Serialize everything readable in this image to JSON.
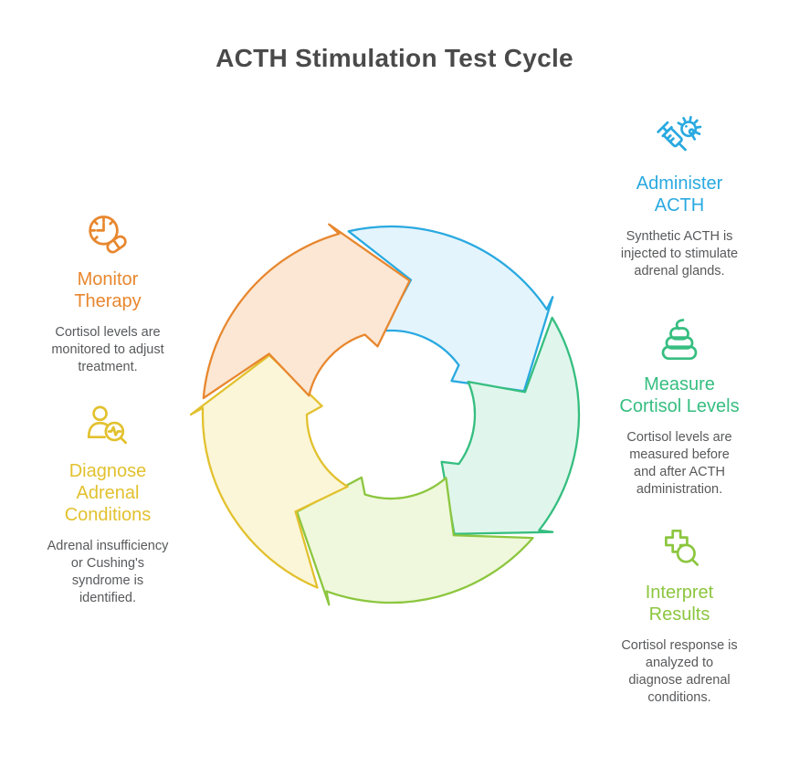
{
  "title": "ACTH Stimulation Test Cycle",
  "text_colors": {
    "title": "#4A4A4A",
    "description": "#58595B"
  },
  "steps": [
    {
      "id": "administer-acth",
      "label": "Administer ACTH",
      "description": "Synthetic ACTH is injected to stimulate adrenal glands.",
      "color": "#29A9E0",
      "arrow_fill": "#E4F4FC",
      "icon": "syringe-cell-icon"
    },
    {
      "id": "measure-cortisol-levels",
      "label": "Measure Cortisol Levels",
      "description": "Cortisol levels are measured before and after ACTH administration.",
      "color": "#36BE80",
      "arrow_fill": "#E0F6EC",
      "icon": "cortisol-swirl-icon"
    },
    {
      "id": "interpret-results",
      "label": "Interpret Results",
      "description": "Cortisol response is analyzed to diagnose adrenal conditions.",
      "color": "#8CC63F",
      "arrow_fill": "#EFF8DC",
      "icon": "cross-magnifier-icon"
    },
    {
      "id": "diagnose-adrenal-conditions",
      "label": "Diagnose Adrenal Conditions",
      "description": "Adrenal insufficiency or Cushing's syndrome is identified.",
      "color": "#E2C12E",
      "arrow_fill": "#FCF6D8",
      "icon": "person-magnifier-icon"
    },
    {
      "id": "monitor-therapy",
      "label": "Monitor Therapy",
      "description": "Cortisol levels are monitored to adjust treatment.",
      "color": "#E8872E",
      "arrow_fill": "#FBE7D4",
      "icon": "clock-pill-icon"
    }
  ]
}
